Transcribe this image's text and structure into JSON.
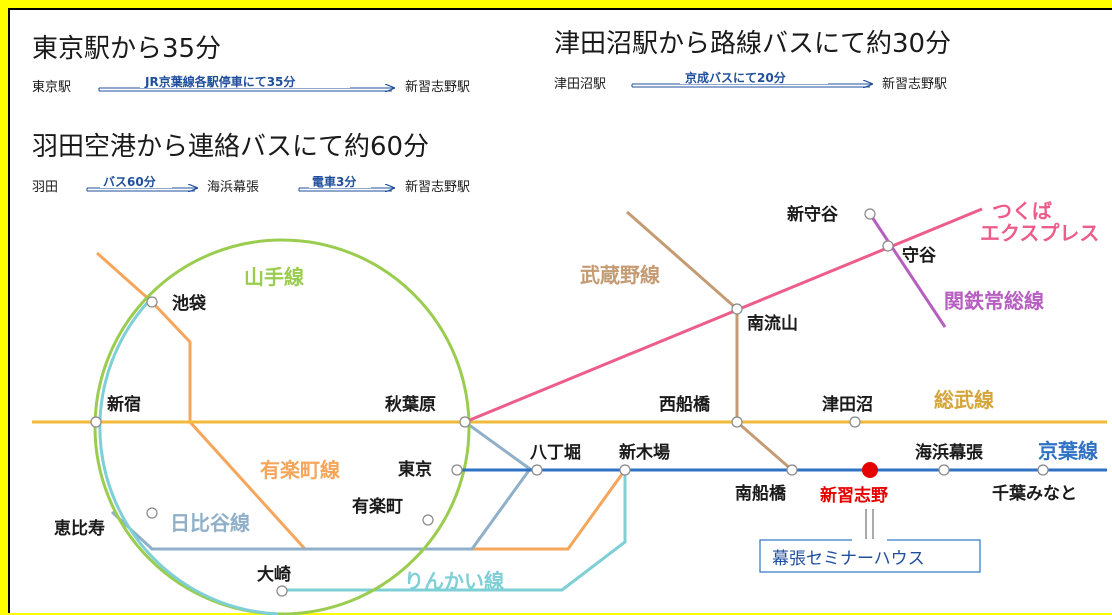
{
  "routes": {
    "tokyo": {
      "title": "東京駅から35分",
      "from": "東京駅",
      "via": "JR京葉線各駅停車にて35分",
      "to": "新習志野駅"
    },
    "tsudanuma": {
      "title": "津田沼駅から路線バスにて約30分",
      "from": "津田沼駅",
      "via": "京成バスにて20分",
      "to": "新習志野駅"
    },
    "haneda": {
      "title": "羽田空港から連絡バスにて約60分",
      "from": "羽田",
      "via1": "バス60分",
      "mid": "海浜幕張",
      "via2": "電車3分",
      "to": "新習志野駅"
    }
  },
  "lines": {
    "yamanote": "山手線",
    "musashino": "武蔵野線",
    "tx1": "つくば",
    "tx2": "エクスプレス",
    "kantetsu": "関鉄常総線",
    "sobu": "総武線",
    "keiyo": "京葉線",
    "yurakucho": "有楽町線",
    "hibiya": "日比谷線",
    "rinkai": "りんかい線"
  },
  "stations": {
    "ikebukuro": "池袋",
    "shinjuku": "新宿",
    "akihabara": "秋葉原",
    "tokyo": "東京",
    "hatchobori": "八丁堀",
    "shinkiba": "新木場",
    "yurakucho": "有楽町",
    "ebisu": "恵比寿",
    "osaki": "大崎",
    "shinmoriya": "新守谷",
    "moriya": "守谷",
    "minaminagareyama": "南流山",
    "nishifunabashi": "西船橋",
    "tsudanuma": "津田沼",
    "minamifunabashi": "南船橋",
    "shinnarashino": "新習志野",
    "kaihinmakuhari": "海浜幕張",
    "chibaminato": "千葉みなと"
  },
  "callout": "幕張セミナーハウス",
  "colors": {
    "yamanote": "#9acd4f",
    "sobu": "#f2b93b",
    "keiyo": "#2f72c4",
    "musashino": "#c49b73",
    "tx": "#ec5d8a",
    "kantetsu": "#b75fc0",
    "yurakucho": "#f5a65b",
    "hibiya": "#8fb0c8",
    "rinkai": "#7ecfd6",
    "highlight": "#e60000"
  }
}
